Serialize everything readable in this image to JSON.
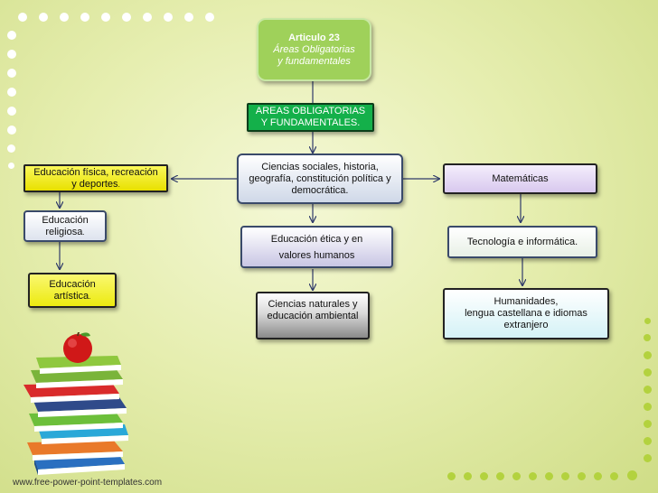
{
  "top_node": {
    "title": "Articulo 23",
    "line1": "Áreas Obligatorias",
    "line2": "y fundamentales"
  },
  "header_node": {
    "line1": "AREAS OBLIGATORIAS",
    "line2": "Y FUNDAMENTALES."
  },
  "center_node": {
    "line1": "Ciencias sociales, historia,",
    "line2": "geografía, constitución política y",
    "line3": "democrática."
  },
  "left_nodes": {
    "fisica_1": "Educación física, recreación",
    "fisica_2": "y deportes",
    "fisica_dot": ".",
    "religiosa_1": "Educación",
    "religiosa_2": "religiosa",
    "religiosa_dot": ".",
    "artistica_1": "Educación",
    "artistica_2": "artística",
    "artistica_dot": "."
  },
  "middle_nodes": {
    "etica_1": "Educación ética y en",
    "etica_2": "valores humanos",
    "naturales_1": "Ciencias naturales y",
    "naturales_2": "educación ambiental"
  },
  "right_nodes": {
    "matematicas": "Matemáticas",
    "tecnologia": "Tecnología e informática.",
    "humanidades_1": "Humanidades,",
    "humanidades_2": "lengua castellana e idiomas",
    "humanidades_3": "extranjero"
  },
  "footer": {
    "url": "www.free-power-point-templates.com"
  },
  "colors": {
    "top_node": "#9fd15a",
    "header_node": "#14b04a",
    "fisica": "#f2ee10",
    "artistica": "#f4f015",
    "matematicas": "#e8dcf6",
    "humanidades": "#ddf6f8",
    "naturales": "#9a9a9a"
  },
  "decoration": {
    "books_icon": "stack-of-books-with-apple-icon"
  }
}
